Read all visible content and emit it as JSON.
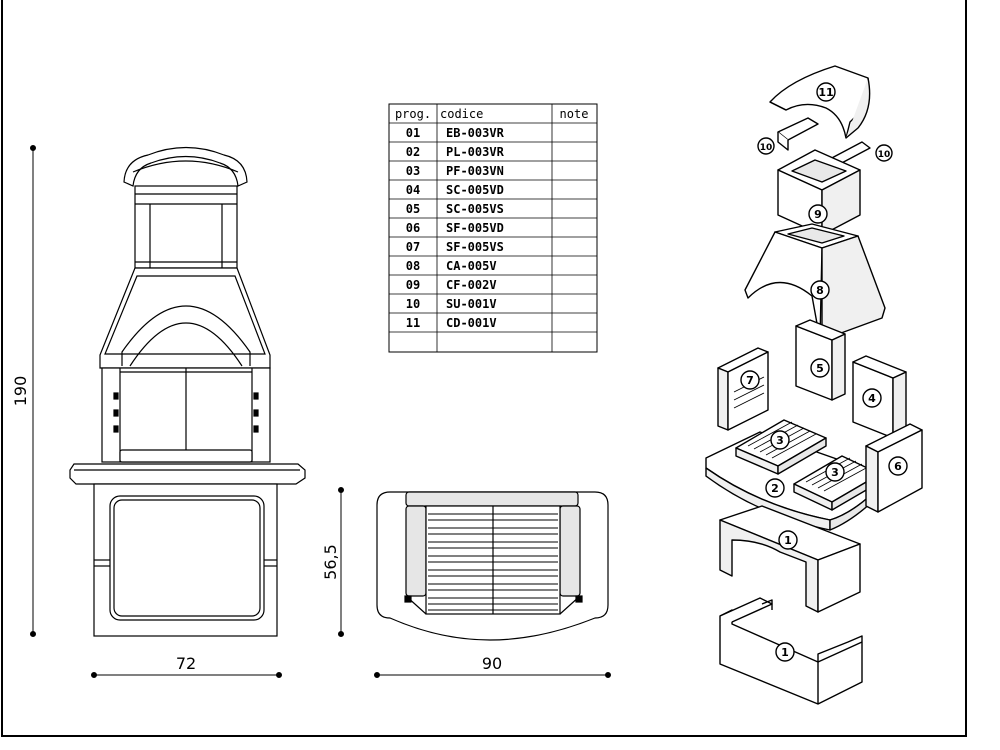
{
  "table": {
    "headers": [
      "prog.",
      "codice",
      "note"
    ],
    "rows": [
      {
        "prog": "01",
        "code": "EB-003VR",
        "note": ""
      },
      {
        "prog": "02",
        "code": "PL-003VR",
        "note": ""
      },
      {
        "prog": "03",
        "code": "PF-003VN",
        "note": ""
      },
      {
        "prog": "04",
        "code": "SC-005VD",
        "note": ""
      },
      {
        "prog": "05",
        "code": "SC-005VS",
        "note": ""
      },
      {
        "prog": "06",
        "code": "SF-005VD",
        "note": ""
      },
      {
        "prog": "07",
        "code": "SF-005VS",
        "note": ""
      },
      {
        "prog": "08",
        "code": "CA-005V",
        "note": ""
      },
      {
        "prog": "09",
        "code": "CF-002V",
        "note": ""
      },
      {
        "prog": "10",
        "code": "SU-001V",
        "note": ""
      },
      {
        "prog": "11",
        "code": "CD-001V",
        "note": ""
      },
      {
        "prog": "",
        "code": "",
        "note": ""
      }
    ]
  },
  "dimensions": {
    "height": "190",
    "width_front": "72",
    "height_base": "56,5",
    "width_top": "90"
  },
  "parts": {
    "p1a": "1",
    "p1b": "1",
    "p2": "2",
    "p3a": "3",
    "p3b": "3",
    "p4": "4",
    "p5": "5",
    "p6": "6",
    "p7": "7",
    "p8": "8",
    "p9": "9",
    "p10a": "10",
    "p10b": "10",
    "p11": "11"
  }
}
